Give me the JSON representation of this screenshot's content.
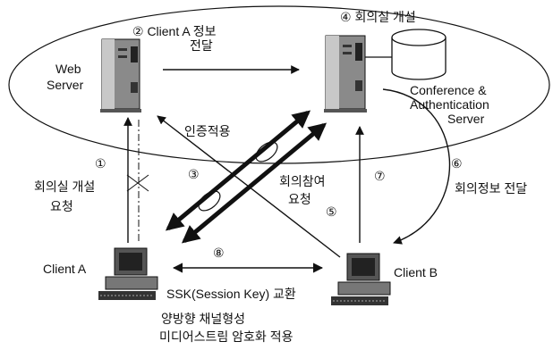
{
  "labels": {
    "web_server": [
      "Web",
      "Server"
    ],
    "conf_server": [
      "Conference &",
      "Authentication",
      "Server"
    ],
    "client_a": "Client A",
    "client_b": "Client B",
    "step1": "①",
    "step2": "② Client A 정보",
    "step2_line2": "전달",
    "step3": "③",
    "step4": "④ 회의실 개설",
    "step5": "⑤",
    "step6": "⑥",
    "step7": "⑦",
    "step8": "⑧",
    "auth": "인증적용",
    "open_request": [
      "회의실 개설",
      "요청"
    ],
    "join_request": [
      "회의참여",
      "요청"
    ],
    "conf_info": "회의정보 전달",
    "ssk": "SSK(Session Key) 교환",
    "channel": "양방향 채널형성",
    "encrypt": "미디어스트림 암호화 적용"
  }
}
